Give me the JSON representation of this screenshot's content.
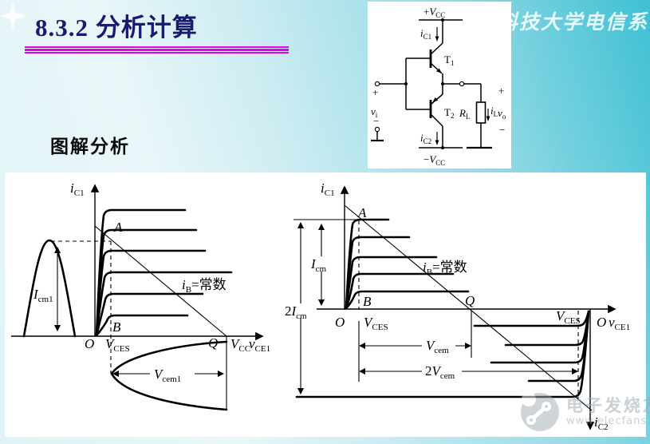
{
  "slide": {
    "title": "8.3.2  分析计算",
    "section_heading": "图解分析",
    "affiliation": "华中科技大学电信系",
    "watermark": {
      "brand": "电子发烧友",
      "url": "www.elecfans.com"
    },
    "colors": {
      "background_teal": "#3fc0d3",
      "background_pale": "#e9f7f9",
      "title_navy": "#1b1b6e",
      "underline_magenta": "#e800e8",
      "ink": "#000000"
    }
  },
  "circuit": {
    "labels": {
      "vcc_pos": {
        "pre": "+",
        "main": "V",
        "sub": "CC"
      },
      "vcc_neg": {
        "pre": "−",
        "main": "V",
        "sub": "CC"
      },
      "ic1": {
        "main": "i",
        "sub": "C1"
      },
      "ic2": {
        "main": "i",
        "sub": "C2"
      },
      "t1": {
        "main": "T",
        "sub": "1"
      },
      "t2": {
        "main": "T",
        "sub": "2"
      },
      "rl": {
        "main": "R",
        "sub": "L"
      },
      "il": {
        "main": "i",
        "sub": "L"
      },
      "vo": {
        "main": "v",
        "sub": "o"
      },
      "vi": {
        "main": "v",
        "sub": "i"
      },
      "in_plus": "+",
      "in_minus": "−",
      "out_plus": "+",
      "out_minus": "−"
    }
  },
  "left_graph": {
    "labels": {
      "y_axis": {
        "main": "i",
        "sub": "C1"
      },
      "x_axis": {
        "main": "v",
        "sub": "CE1"
      },
      "origin": "O",
      "point_a": "A",
      "point_b": "B",
      "point_q": "Q",
      "vces": {
        "main": "V",
        "sub": "CES"
      },
      "vcc": {
        "main": "V",
        "sub": "CC"
      },
      "icm1": {
        "main": "I",
        "sub": "cm1"
      },
      "vcem1": {
        "main": "V",
        "sub": "cem1"
      },
      "ib_const": {
        "main": "i",
        "sub": "B",
        "post": "=常数"
      }
    }
  },
  "right_graph": {
    "labels": {
      "y_axis": {
        "main": "i",
        "sub": "C1"
      },
      "x_axis": {
        "main": "v",
        "sub": "CE1"
      },
      "origin_left": "O",
      "origin_right": "O",
      "point_a": "A",
      "point_b": "B",
      "point_q": "Q",
      "vces_left": {
        "main": "V",
        "sub": "CES"
      },
      "vces_right": {
        "main": "V",
        "sub": "CES"
      },
      "icm": {
        "main": "I",
        "sub": "cm"
      },
      "two_icm": {
        "pre": "2",
        "main": "I",
        "sub": "cm"
      },
      "vcem": {
        "main": "V",
        "sub": "cem"
      },
      "two_vcem": {
        "pre": "2",
        "main": "V",
        "sub": "cem"
      },
      "ib_const": {
        "main": "i",
        "sub": "B",
        "post": "=常数"
      },
      "ic2_axis": {
        "main": "i",
        "sub": "C2"
      }
    }
  }
}
